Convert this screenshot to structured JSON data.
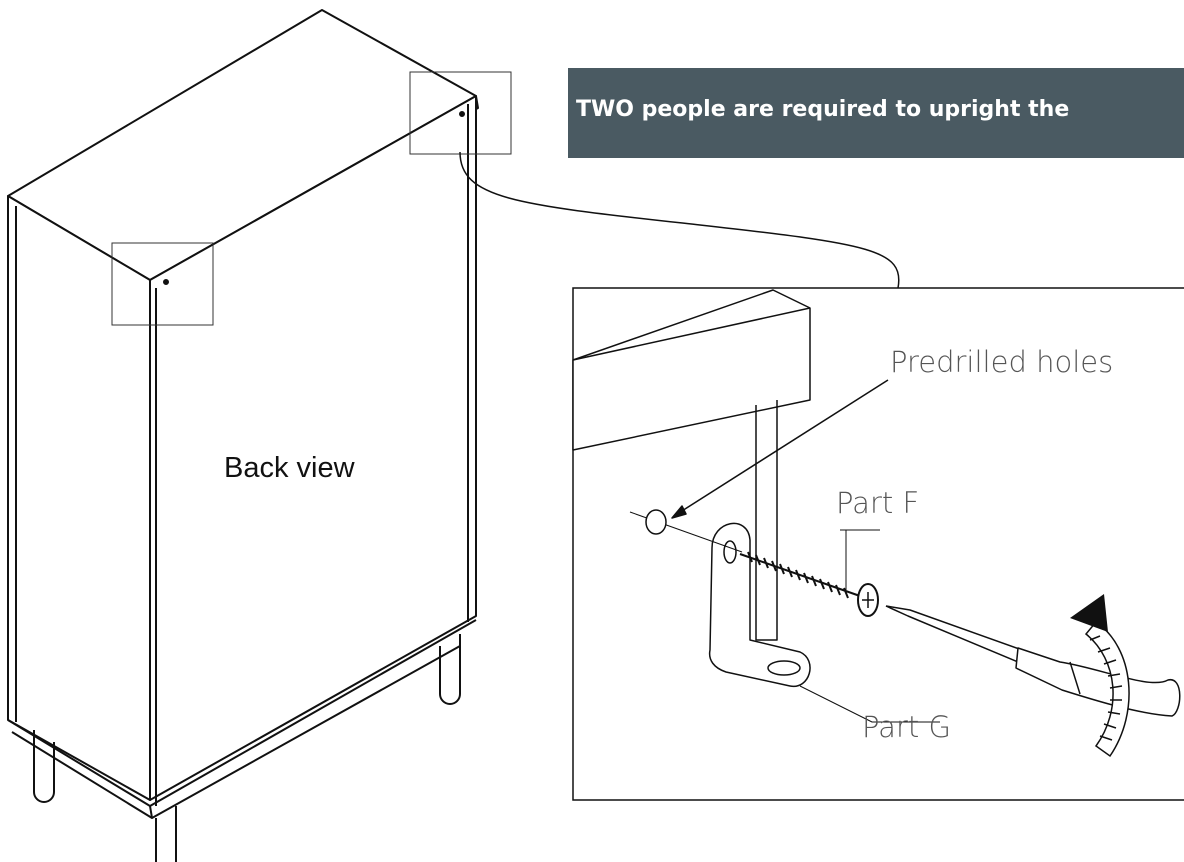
{
  "banner": {
    "text": "TWO people are required to upright the"
  },
  "labels": {
    "back_view": "Back view",
    "predrilled_holes": "Predrilled holes",
    "part_f": "Part F",
    "part_g": "Part G"
  },
  "colors": {
    "banner_bg": "#4a5a62",
    "banner_text": "#ffffff",
    "line": "#111111"
  },
  "icons": {
    "rotation": "rotate-clockwise-arrow-icon"
  }
}
